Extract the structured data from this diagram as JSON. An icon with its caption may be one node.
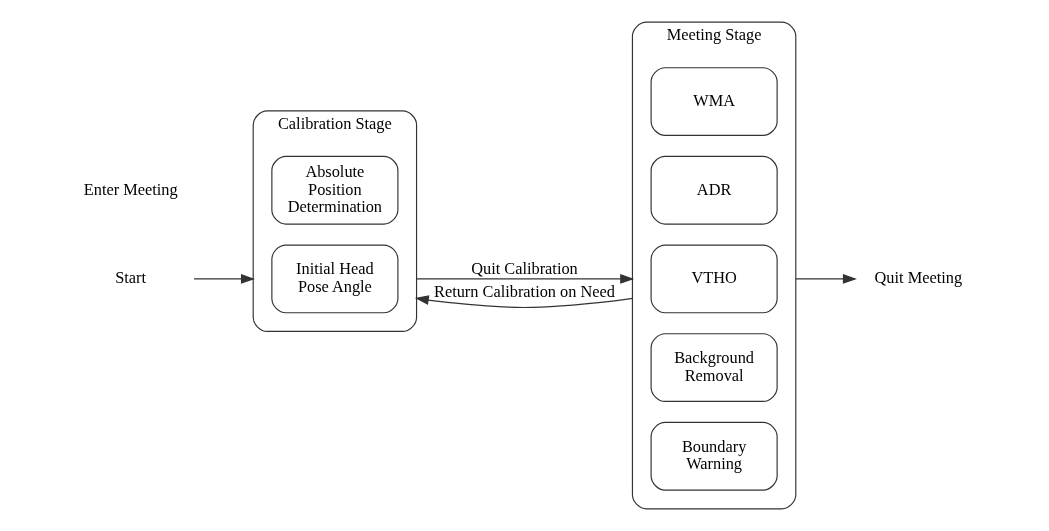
{
  "diagram": {
    "nodes": [
      {
        "text": [
          "Start"
        ]
      },
      {
        "text": [
          "Calibration Stage"
        ]
      },
      {
        "text": [
          "Absolute Position Determination"
        ],
        "in": 1
      },
      {
        "text": [
          "Initial Head Pose Angle"
        ],
        "in": 1
      },
      {
        "text": [
          "Meeting Stage"
        ]
      },
      {
        "text": [
          "WMA"
        ],
        "in": 4
      },
      {
        "text": [
          "ADR"
        ],
        "in": 4
      },
      {
        "text": [
          "VTHO"
        ],
        "in": 4
      },
      {
        "text": [
          "Background Removal"
        ],
        "in": 4
      },
      {
        "text": [
          "Boundary Warning"
        ],
        "in": 4
      },
      {
        "text": [
          "Quit Meeting"
        ]
      }
    ],
    "edges": [
      {
        "from": 0,
        "to": 1,
        "arrow": "to"
      },
      {
        "from": 1,
        "to": 4,
        "arrow": "to",
        "label": "Quit Calibration"
      },
      {
        "from": 4,
        "to": 10,
        "arrow": "to"
      },
      {
        "from": 4,
        "to": 1,
        "arrow": "to",
        "label": "Return Calibration on Need"
      }
    ],
    "labels": [
      "Enter Meeting"
    ]
  }
}
